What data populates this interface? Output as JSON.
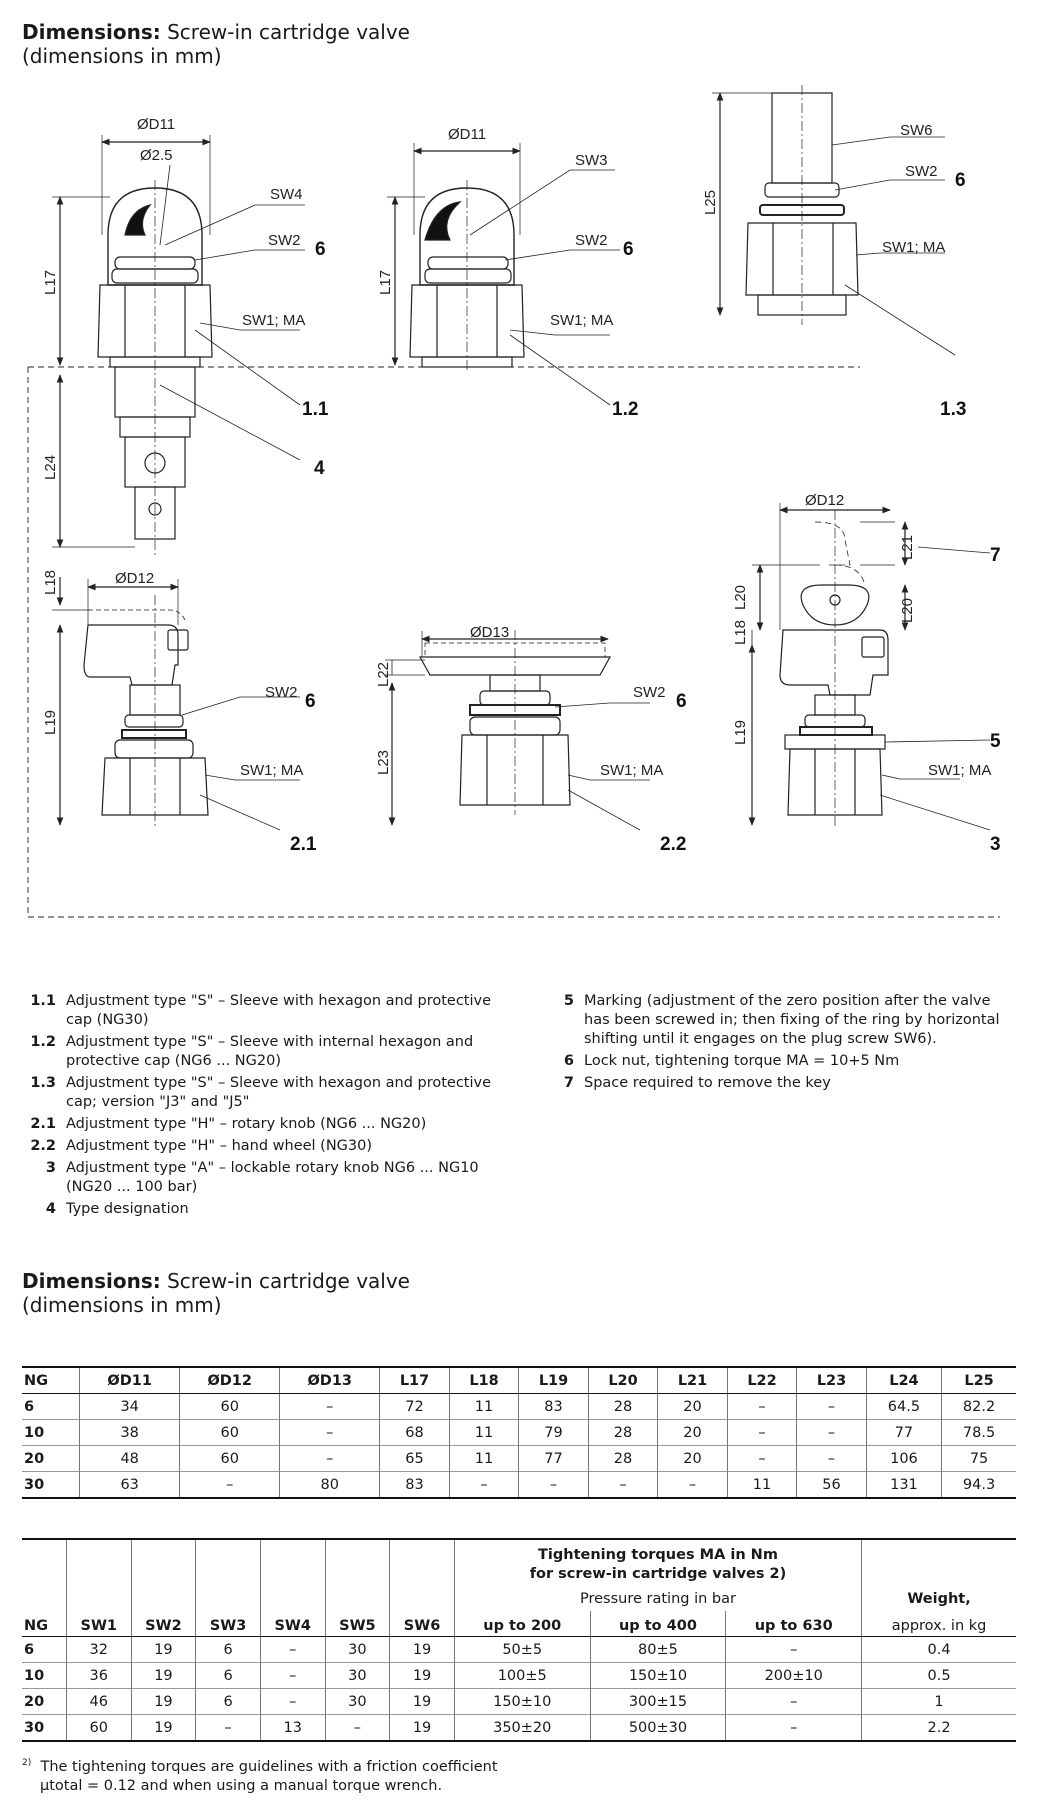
{
  "heading1": {
    "bold": "Dimensions:",
    "rest": "Screw-in cartridge valve",
    "line2": "(dimensions in mm)"
  },
  "drawing": {
    "dims": {
      "od11": "ØD11",
      "o25": "Ø2.5",
      "sw4": "SW4",
      "sw3": "SW3",
      "sw2": "SW2",
      "sw6": "SW6",
      "sw1ma": "SW1; MA",
      "l17": "L17",
      "l24": "L24",
      "l25": "L25",
      "l18": "L18",
      "l19": "L19",
      "l20": "L20",
      "l21": "L21",
      "l22": "L22",
      "l23": "L23",
      "od12": "ØD12",
      "od13": "ØD13"
    },
    "refs": {
      "r11": "1.1",
      "r12": "1.2",
      "r13": "1.3",
      "r21": "2.1",
      "r22": "2.2",
      "r3": "3",
      "r4": "4",
      "r5": "5",
      "r6": "6",
      "r7": "7"
    }
  },
  "legend_left": [
    {
      "num": "1.1",
      "text": "Adjustment type \"S\" – Sleeve with hexagon and protective cap (NG30)"
    },
    {
      "num": "1.2",
      "text": "Adjustment type \"S\" – Sleeve with internal hexagon and protective cap (NG6 ... NG20)"
    },
    {
      "num": "1.3",
      "text": "Adjustment type \"S\" – Sleeve with hexagon and protective cap; version \"J3\" and \"J5\""
    },
    {
      "num": "2.1",
      "text": "Adjustment type \"H\" – rotary knob (NG6 ... NG20)"
    },
    {
      "num": "2.2",
      "text": "Adjustment type \"H\" – hand wheel (NG30)"
    },
    {
      "num": "3",
      "text": "Adjustment type \"A\" – lockable rotary knob NG6 ... NG10 (NG20 ... 100 bar)"
    },
    {
      "num": "4",
      "text": "Type designation"
    }
  ],
  "legend_right": [
    {
      "num": "5",
      "text": "Marking (adjustment of the zero position after the valve has been screwed in; then fixing of the ring by horizontal shifting until it engages on the plug screw SW6)."
    },
    {
      "num": "6",
      "text": "Lock nut, tightening torque MA = 10+5 Nm"
    },
    {
      "num": "7",
      "text": "Space required to remove the key"
    }
  ],
  "heading2": {
    "bold": "Dimensions:",
    "rest": "Screw-in cartridge valve",
    "line2": "(dimensions in mm)"
  },
  "table1": {
    "headers": [
      "NG",
      "ØD11",
      "ØD12",
      "ØD13",
      "L17",
      "L18",
      "L19",
      "L20",
      "L21",
      "L22",
      "L23",
      "L24",
      "L25"
    ],
    "rows": [
      [
        "6",
        "34",
        "60",
        "–",
        "72",
        "11",
        "83",
        "28",
        "20",
        "–",
        "–",
        "64.5",
        "82.2"
      ],
      [
        "10",
        "38",
        "60",
        "–",
        "68",
        "11",
        "79",
        "28",
        "20",
        "–",
        "–",
        "77",
        "78.5"
      ],
      [
        "20",
        "48",
        "60",
        "–",
        "65",
        "11",
        "77",
        "28",
        "20",
        "–",
        "–",
        "106",
        "75"
      ],
      [
        "30",
        "63",
        "–",
        "80",
        "83",
        "–",
        "–",
        "–",
        "–",
        "11",
        "56",
        "131",
        "94.3"
      ]
    ]
  },
  "table2": {
    "group_title_a": "Tightening torques MA in Nm",
    "group_title_b": "for screw-in cartridge valves 2)",
    "group_sub": "Pressure rating in bar",
    "weight_a": "Weight,",
    "weight_b": "approx. in kg",
    "headers": [
      "NG",
      "SW1",
      "SW2",
      "SW3",
      "SW4",
      "SW5",
      "SW6",
      "up to 200",
      "up to 400",
      "up to 630"
    ],
    "rows": [
      [
        "6",
        "32",
        "19",
        "6",
        "–",
        "30",
        "19",
        "50±5",
        "80±5",
        "–",
        "0.4"
      ],
      [
        "10",
        "36",
        "19",
        "6",
        "–",
        "30",
        "19",
        "100±5",
        "150±10",
        "200±10",
        "0.5"
      ],
      [
        "20",
        "46",
        "19",
        "6",
        "–",
        "30",
        "19",
        "150±10",
        "300±15",
        "–",
        "1"
      ],
      [
        "30",
        "60",
        "19",
        "–",
        "13",
        "–",
        "19",
        "350±20",
        "500±30",
        "–",
        "2.2"
      ]
    ]
  },
  "footnote": {
    "mark": "2)",
    "line1": "The tightening torques are guidelines with a friction coefficient",
    "line2": "μtotal = 0.12 and when using a manual torque wrench."
  }
}
